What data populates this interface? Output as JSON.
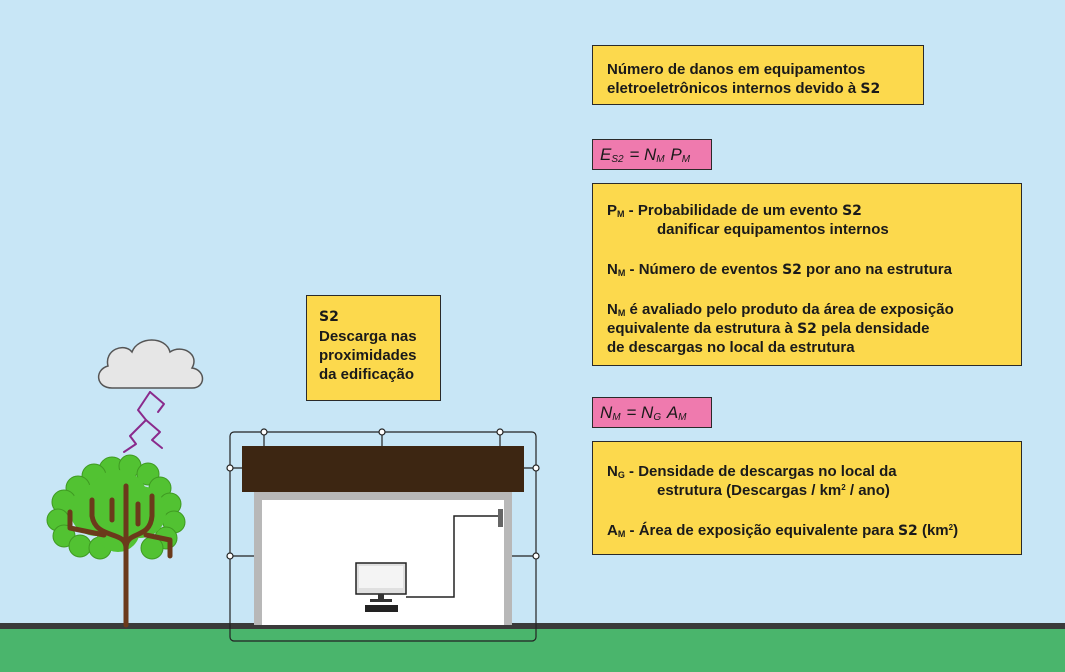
{
  "colors": {
    "sky": "#c8e6f6",
    "ground": "#4ab56c",
    "ground_line": "#3a3a3a",
    "info_box": "#fcd94d",
    "formula_box": "#ef7aae",
    "roof": "#3d2612",
    "wall": "#b8b8b8",
    "lightning": "#8a2a8c",
    "tree_foliage": "#52c232",
    "tree_trunk": "#6b3a1b"
  },
  "icons": {
    "cloud": "cloud-icon",
    "lightning": "lightning-bolt-icon",
    "computer": "computer-monitor-icon"
  },
  "label_box": {
    "heading": "S2",
    "lines": [
      "Descarga nas",
      "proximidades",
      "da edificação"
    ]
  },
  "title_box": {
    "line1": "Número de danos em equipamentos",
    "line2_prefix": "eletroeletrônicos internos devido à ",
    "line2_bold": "S2"
  },
  "formula1": {
    "lhs_symbol": "E",
    "lhs_sub": "S2",
    "equals": "=",
    "term1": "N",
    "term1_sub": "M",
    "term2": "P",
    "term2_sub": "M"
  },
  "definitions1": {
    "pm": {
      "symbol": "P",
      "sub": "M",
      "dash": " - ",
      "text_a": "Probabilidade de um evento ",
      "bold": "S2",
      "text_b": "danificar equipamentos internos"
    },
    "nm": {
      "symbol": "N",
      "sub": "M",
      "dash": " - ",
      "text_a": "Número de eventos ",
      "bold": "S2",
      "text_b": " por ano na estrutura"
    },
    "note": {
      "symbol": "N",
      "sub": "M",
      "line1": " é avaliado pelo produto da área de exposição",
      "line2_a": "equivalente da estrutura à ",
      "line2_bold": "S2",
      "line2_b": " pela densidade",
      "line3": "de descargas no local da estrutura"
    }
  },
  "formula2": {
    "lhs": "N",
    "lhs_sub": "M",
    "equals": "=",
    "term1": "N",
    "term1_sub": "G",
    "term2": "A",
    "term2_sub": "M"
  },
  "definitions2": {
    "ng": {
      "symbol": "N",
      "sub": "G",
      "dash": " - ",
      "line1": "Densidade de descargas no local da",
      "line2_a": "estrutura (Descargas / km",
      "line2_sup": "2",
      "line2_b": " / ano)"
    },
    "am": {
      "symbol": "A",
      "sub": "M",
      "dash": " - ",
      "text_a": "Área de exposição equivalente para ",
      "bold": "S2",
      "text_b": " (km",
      "text_sup": "2",
      "text_c": ")"
    }
  }
}
